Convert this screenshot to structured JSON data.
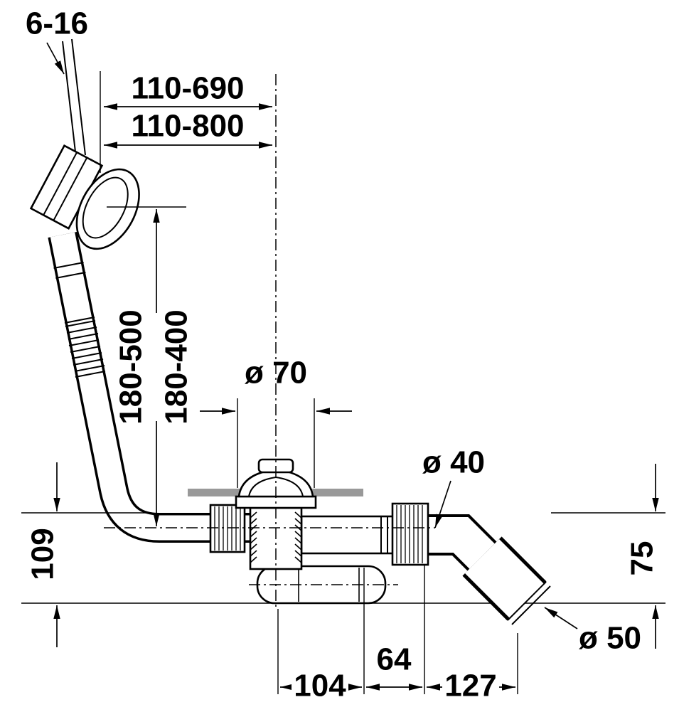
{
  "drawing": {
    "type": "technical dimension drawing",
    "subject": "bath waste, overflow and outlet fitting",
    "colors": {
      "line": "#000000",
      "floor_plate": "#999999",
      "background": "#ffffff"
    },
    "dimensions": {
      "cable_range": "6-16",
      "cable_length_range_1": "110-690",
      "cable_length_range_2": "110-800",
      "overflow_height_range_1": "180-500",
      "overflow_height_range_2": "180-400",
      "strainer_diameter": "ø 70",
      "outlet_pipe_diameter": "ø 40",
      "outlet_end_diameter": "ø 50",
      "overflow_pipe_height": "109",
      "outlet_height": "75",
      "trap_length": "104",
      "outlet_offset": "64",
      "elbow_length": "127"
    }
  }
}
